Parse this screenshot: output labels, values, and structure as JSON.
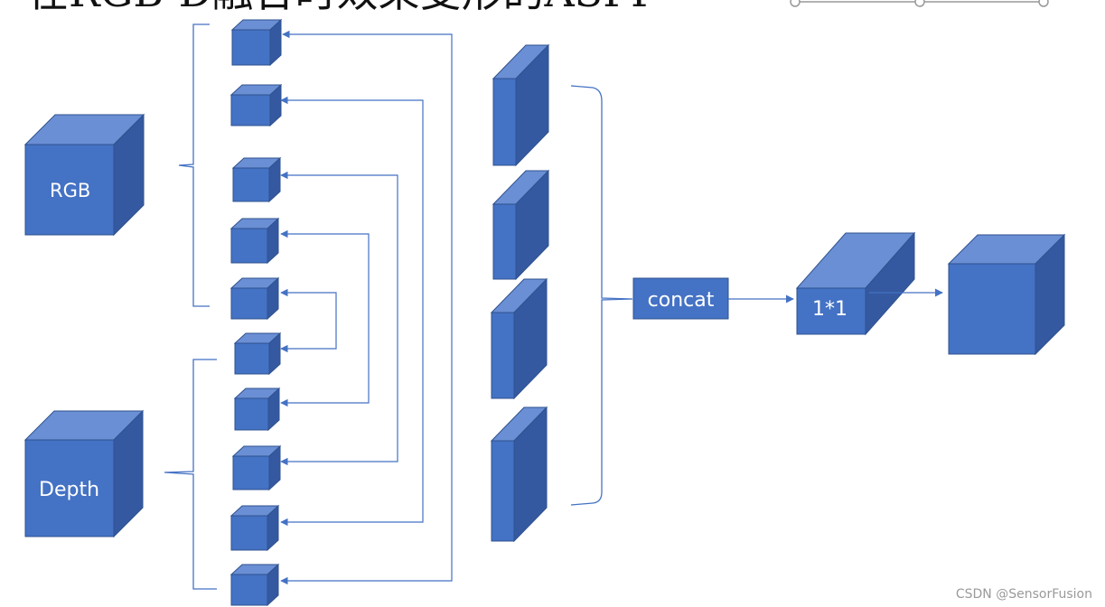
{
  "title": "在RGB-D融合时效果变形的ASPP",
  "labels": {
    "rgb": "RGB",
    "depth": "Depth",
    "concat": "concat",
    "conv1x1": "1*1"
  },
  "watermark": "CSDN @SensorFusion",
  "colors": {
    "cube_front": "#4472C4",
    "cube_top": "#6B8FD4",
    "cube_side": "#3459A0",
    "cube_edge": "#2F528F",
    "line": "#4472C4",
    "text_on_cube": "#ffffff"
  }
}
